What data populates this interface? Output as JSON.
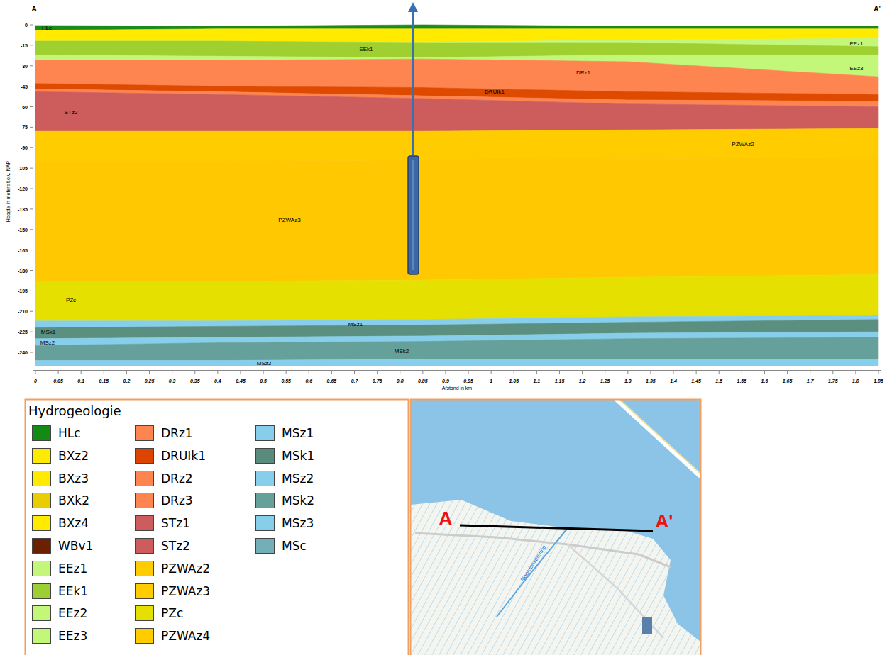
{
  "diagram": {
    "labels": [
      "A",
      "A'",
      "Hoogte in meters t.o.v. NAP",
      "0",
      "-15",
      "-30",
      "-45",
      "-60",
      "-75",
      "-90",
      "-105",
      "-120",
      "-135",
      "-150",
      "-165",
      "-180",
      "-195",
      "-210",
      "-225",
      "-240",
      "0",
      "0.05",
      "0.1",
      "0.15",
      "0.2",
      "0.25",
      "0.3",
      "0.35",
      "0.4",
      "0.45",
      "0.5",
      "0.55",
      "0.6",
      "0.65",
      "0.7",
      "0.75",
      "0.8",
      "0.85",
      "0.9",
      "0.95",
      "1",
      "1.05",
      "1.1",
      "1.15",
      "1.2",
      "1.25",
      "1.3",
      "1.35",
      "1.4",
      "1.45",
      "1.5",
      "1.55",
      "1.6",
      "1.65",
      "1.7",
      "1.75",
      "1.8",
      "1.85",
      "Afstand in km",
      "HLc",
      "EEk1",
      "EEz1",
      "EEz3",
      "DRz1",
      "DRUIk1",
      "STz2",
      "PZWAz2",
      "PZWAz3",
      "PZc",
      "MSz1",
      "MSk1",
      "MSz2",
      "MSk2",
      "MSz3",
      "Hydrogeologie",
      "A",
      "A'",
      "Noorderwetering"
    ],
    "legend": [
      {
        "text": "HLc",
        "color": "#138a13"
      },
      {
        "text": "BXz2",
        "color": "#ffeb00"
      },
      {
        "text": "BXz3",
        "color": "#ffeb00"
      },
      {
        "text": "BXk2",
        "color": "#e8cd00"
      },
      {
        "text": "BXz4",
        "color": "#ffeb00"
      },
      {
        "text": "WBv1",
        "color": "#6b2000"
      },
      {
        "text": "EEz1",
        "color": "#c2f77a"
      },
      {
        "text": "EEk1",
        "color": "#9ccf34"
      },
      {
        "text": "EEz2",
        "color": "#c2f77a"
      },
      {
        "text": "EEz3",
        "color": "#c2f77a"
      },
      {
        "text": "DRz1",
        "color": "#ff8550"
      },
      {
        "text": "DRUIk1",
        "color": "#dd4400"
      },
      {
        "text": "DRz2",
        "color": "#ff8550"
      },
      {
        "text": "DRz3",
        "color": "#ff8550"
      },
      {
        "text": "STz1",
        "color": "#cd5c5c"
      },
      {
        "text": "STz2",
        "color": "#cd5c5c"
      },
      {
        "text": "PZWAz2",
        "color": "#ffcc00"
      },
      {
        "text": "PZWAz3",
        "color": "#ffcc00"
      },
      {
        "text": "PZc",
        "color": "#e6e000"
      },
      {
        "text": "PZWAz4",
        "color": "#ffcc00"
      },
      {
        "text": "MSz1",
        "color": "#87ceeb"
      },
      {
        "text": "MSk1",
        "color": "#5a8c7e"
      },
      {
        "text": "MSz2",
        "color": "#87ceeb"
      },
      {
        "text": "MSk2",
        "color": "#66a09b"
      },
      {
        "text": "MSz3",
        "color": "#87ceeb"
      },
      {
        "text": "MSc",
        "color": "#73afb6"
      }
    ]
  }
}
